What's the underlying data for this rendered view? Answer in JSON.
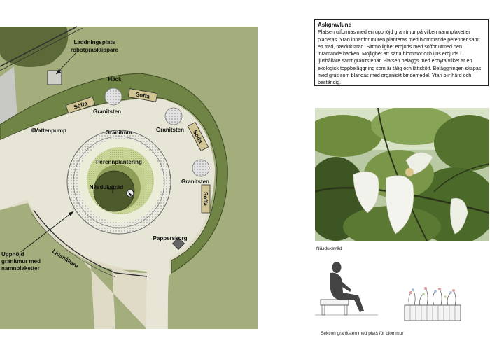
{
  "plan": {
    "labels": {
      "charging": "Laddningsplats",
      "mower": "robotgräsklippare",
      "hedge": "Häck",
      "sofa": "Soffa",
      "granite_stone": "Granitsten",
      "water_pump": "Vattenpump",
      "granite_wall": "Granitmur",
      "perennial": "Perennplantering",
      "tree": "Näsduksträd",
      "trash": "Papperskorg",
      "lamps": "Ljushållare",
      "raised_wall_1": "Upphöjd",
      "raised_wall_2": "granitmur med",
      "raised_wall_3": "namnplaketter"
    },
    "colors": {
      "lawn": "#a4ae7c",
      "path": "#dfdbc7",
      "hedge": "#6f8445",
      "pale": "#ebedd9",
      "lightgreen": "#c4d08f",
      "medgreen": "#8e9e58",
      "tree": "#4d5a2c",
      "sofa": "#d1c596"
    }
  },
  "description": {
    "title": "Askgravlund",
    "body": "Platsen utformas med en upphöjd granitmur på vilken namnplaketter placeras. Ytan innanför muren planteras med blommande perenner samt ett träd, näsduksträd. Sittmöjlighet erbjuds med soffor utmed den inramande häcken. Möjlighet att sätta blommor och ljus erbjuds i ljushållare samt granitstenar. Platsen beläggs med ecoyta vilket är en ekologisk toppbeläggning som är tålig och lättskött. Beläggningen skapas med grus som blandas med organiskt bindemedel. Ytan blir hård och beständig."
  },
  "photo_caption": "Näsduksträd",
  "section_caption": "Sektion granitsten med plats för blommor"
}
